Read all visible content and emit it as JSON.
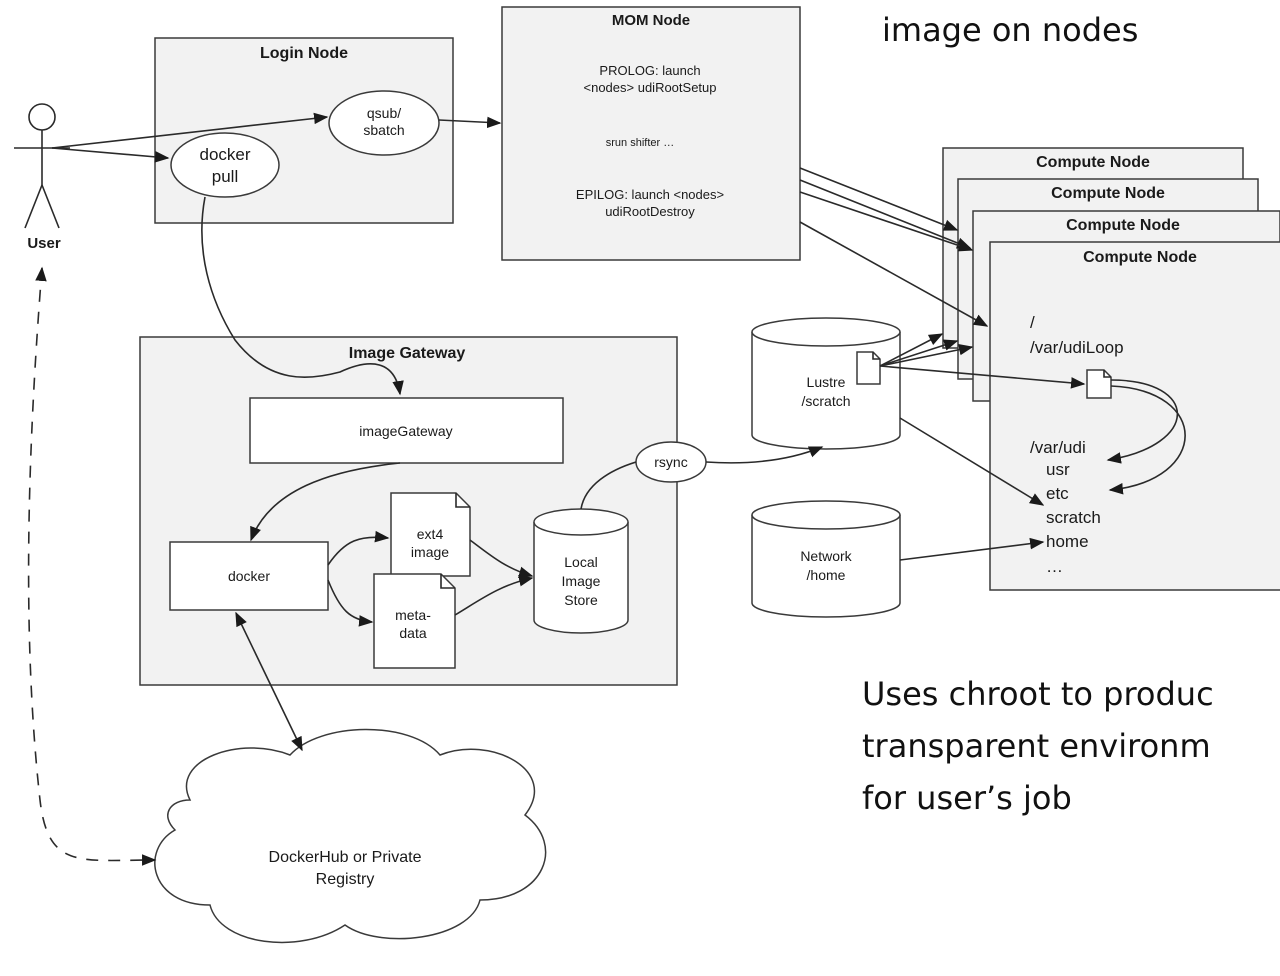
{
  "title_fragment": "image on nodes",
  "caption_lines": [
    "Uses chroot to produc",
    "transparent environm",
    "for user’s job"
  ],
  "user": {
    "label": "User"
  },
  "login_node": {
    "title": "Login Node",
    "qsub_1": "qsub/",
    "qsub_2": "sbatch",
    "pull_1": "docker",
    "pull_2": "pull"
  },
  "mom_node": {
    "title": "MOM Node",
    "prolog_1": "PROLOG: launch",
    "prolog_2": "<nodes> udiRootSetup",
    "srun": "srun shifter …",
    "epilog_1": "EPILOG: launch <nodes>",
    "epilog_2": "udiRootDestroy"
  },
  "compute_nodes": {
    "title": "Compute Node",
    "path_root": "/",
    "path_loop": "/var/udiLoop",
    "path_udi": "/var/udi",
    "dirs": [
      "usr",
      "etc",
      "scratch",
      "home",
      "…"
    ]
  },
  "image_gateway": {
    "title": "Image Gateway",
    "service": "imageGateway",
    "docker": "docker",
    "ext4_1": "ext4",
    "ext4_2": "image",
    "meta_1": "meta-",
    "meta_2": "data",
    "store_1": "Local",
    "store_2": "Image",
    "store_3": "Store"
  },
  "rsync": "rsync",
  "lustre": {
    "line1": "Lustre",
    "line2": "/scratch"
  },
  "network": {
    "line1": "Network",
    "line2": "/home"
  },
  "registry": {
    "line1": "DockerHub or Private",
    "line2": "Registry"
  }
}
